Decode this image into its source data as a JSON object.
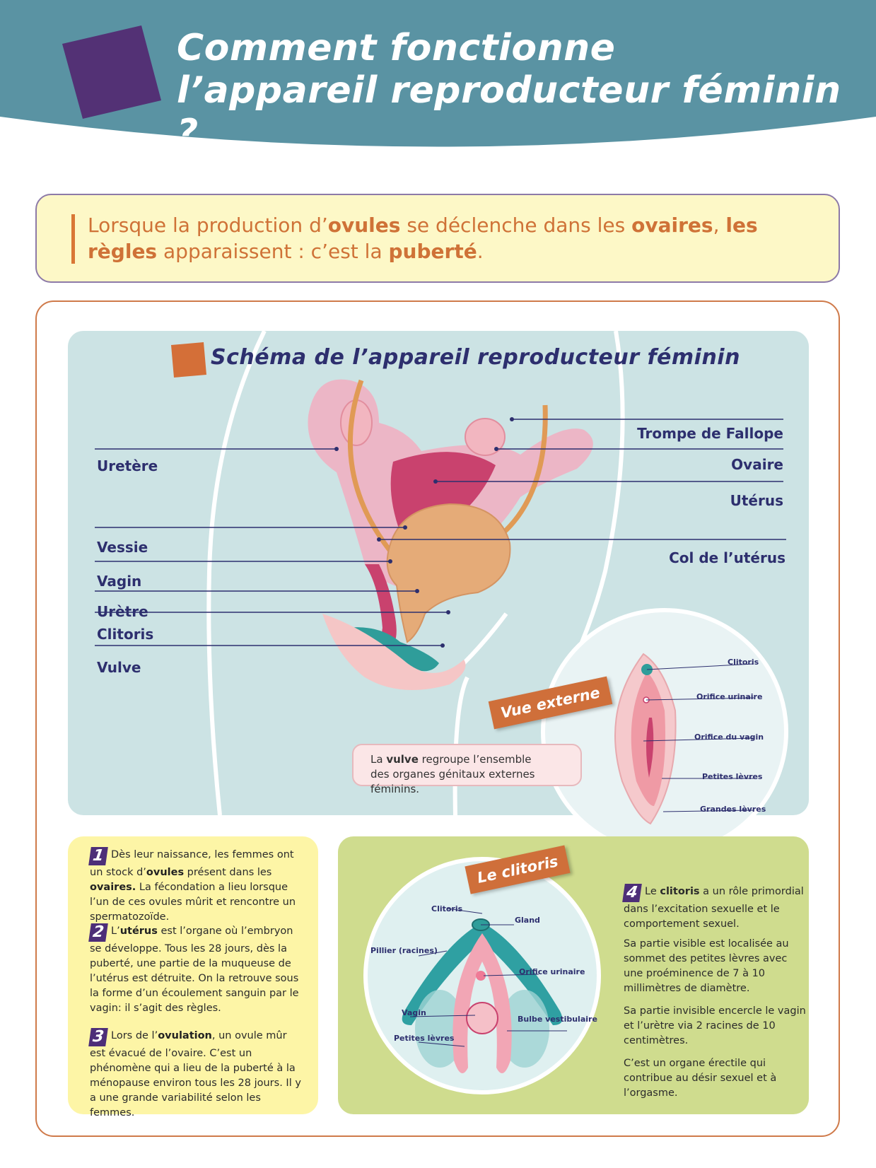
{
  "header": {
    "title_line1": "Comment fonctionne",
    "title_line2": "l’appareil reproducteur féminin ?",
    "colors": {
      "band": "#5a93a3",
      "square": "#533175"
    }
  },
  "intro": {
    "t1": "Lorsque la production d’",
    "b1": "ovules",
    "t2": " se déclenche dans les ",
    "b2": "ovaires",
    "t3": ", ",
    "b3": "les règles",
    "t4": " apparaissent : c’est la ",
    "b4": "puberté",
    "t5": "."
  },
  "diagram": {
    "title": "Schéma de l’appareil reproducteur féminin",
    "labels_left": {
      "ureter": "Uretère",
      "bladder": "Vessie",
      "vagina": "Vagin",
      "urethra": "Urètre",
      "clitoris": "Clitoris",
      "vulva": "Vulve"
    },
    "labels_right": {
      "fallopian": "Trompe de Fallope",
      "ovary": "Ovaire",
      "uterus": "Utérus",
      "cervix": "Col de l’utérus"
    },
    "external_view": {
      "tag": "Vue externe",
      "labels": {
        "clitoris": "Clitoris",
        "urinary": "Orifice urinaire",
        "vaginal": "Orifice du vagin",
        "minora": "Petites lèvres",
        "majora": "Grandes lèvres"
      }
    },
    "vulva_note": {
      "t1": "La ",
      "b1": "vulve",
      "t2": " regroupe l’ensemble",
      "line2": "des organes génitaux externes féminins."
    }
  },
  "card1": {
    "p1": {
      "n": "1",
      "t1": "Dès leur naissance, les femmes ont un stock d’",
      "b1": "ovules",
      "t2": " présent dans les ",
      "b2": "ovaires.",
      "t3": " La fécondation a lieu lorsque l’un de ces ovules mûrit et rencontre un spermatozoïde."
    },
    "p2": {
      "n": "2",
      "t1": "L’",
      "b1": "utérus",
      "t2": " est l’organe où l’embryon se développe. Tous les 28 jours, dès la puberté, une partie de la muqueuse de l’utérus est détruite. On la retrouve sous la forme d’un écoulement sanguin par le vagin: il s’agit des règles."
    },
    "p3": {
      "n": "3",
      "t1": "Lors de l’",
      "b1": "ovulation",
      "t2": ", un ovule mûr est évacué de l’ovaire. C’est un phénomène qui a lieu de la puberté à la ménopause environ tous les 28 jours. Il y a une grande variabilité selon les femmes."
    }
  },
  "card2": {
    "tag": "Le clitoris",
    "labels": {
      "clitoris": "Clitoris",
      "gland": "Gland",
      "pillar": "Pillier (racines)",
      "urinary": "Orifice urinaire",
      "vagina": "Vagin",
      "bulb": "Bulbe vestibulaire",
      "minora": "Petites lèvres"
    },
    "p4": {
      "n": "4",
      "t1": "Le ",
      "b1": "clitoris",
      "t2": " a un rôle primordial dans l’excitation sexuelle et le comportement sexuel."
    },
    "p5": "Sa partie visible est localisée au sommet des petites lèvres avec une proéminence de 7 à 10 millimètres de diamètre.",
    "p6": "Sa partie invisible encercle le vagin et l’urètre via 2 racines de 10 centimètres.",
    "p7": "C’est un organe érectile qui contribue au désir sexuel et à l’orgasme."
  }
}
